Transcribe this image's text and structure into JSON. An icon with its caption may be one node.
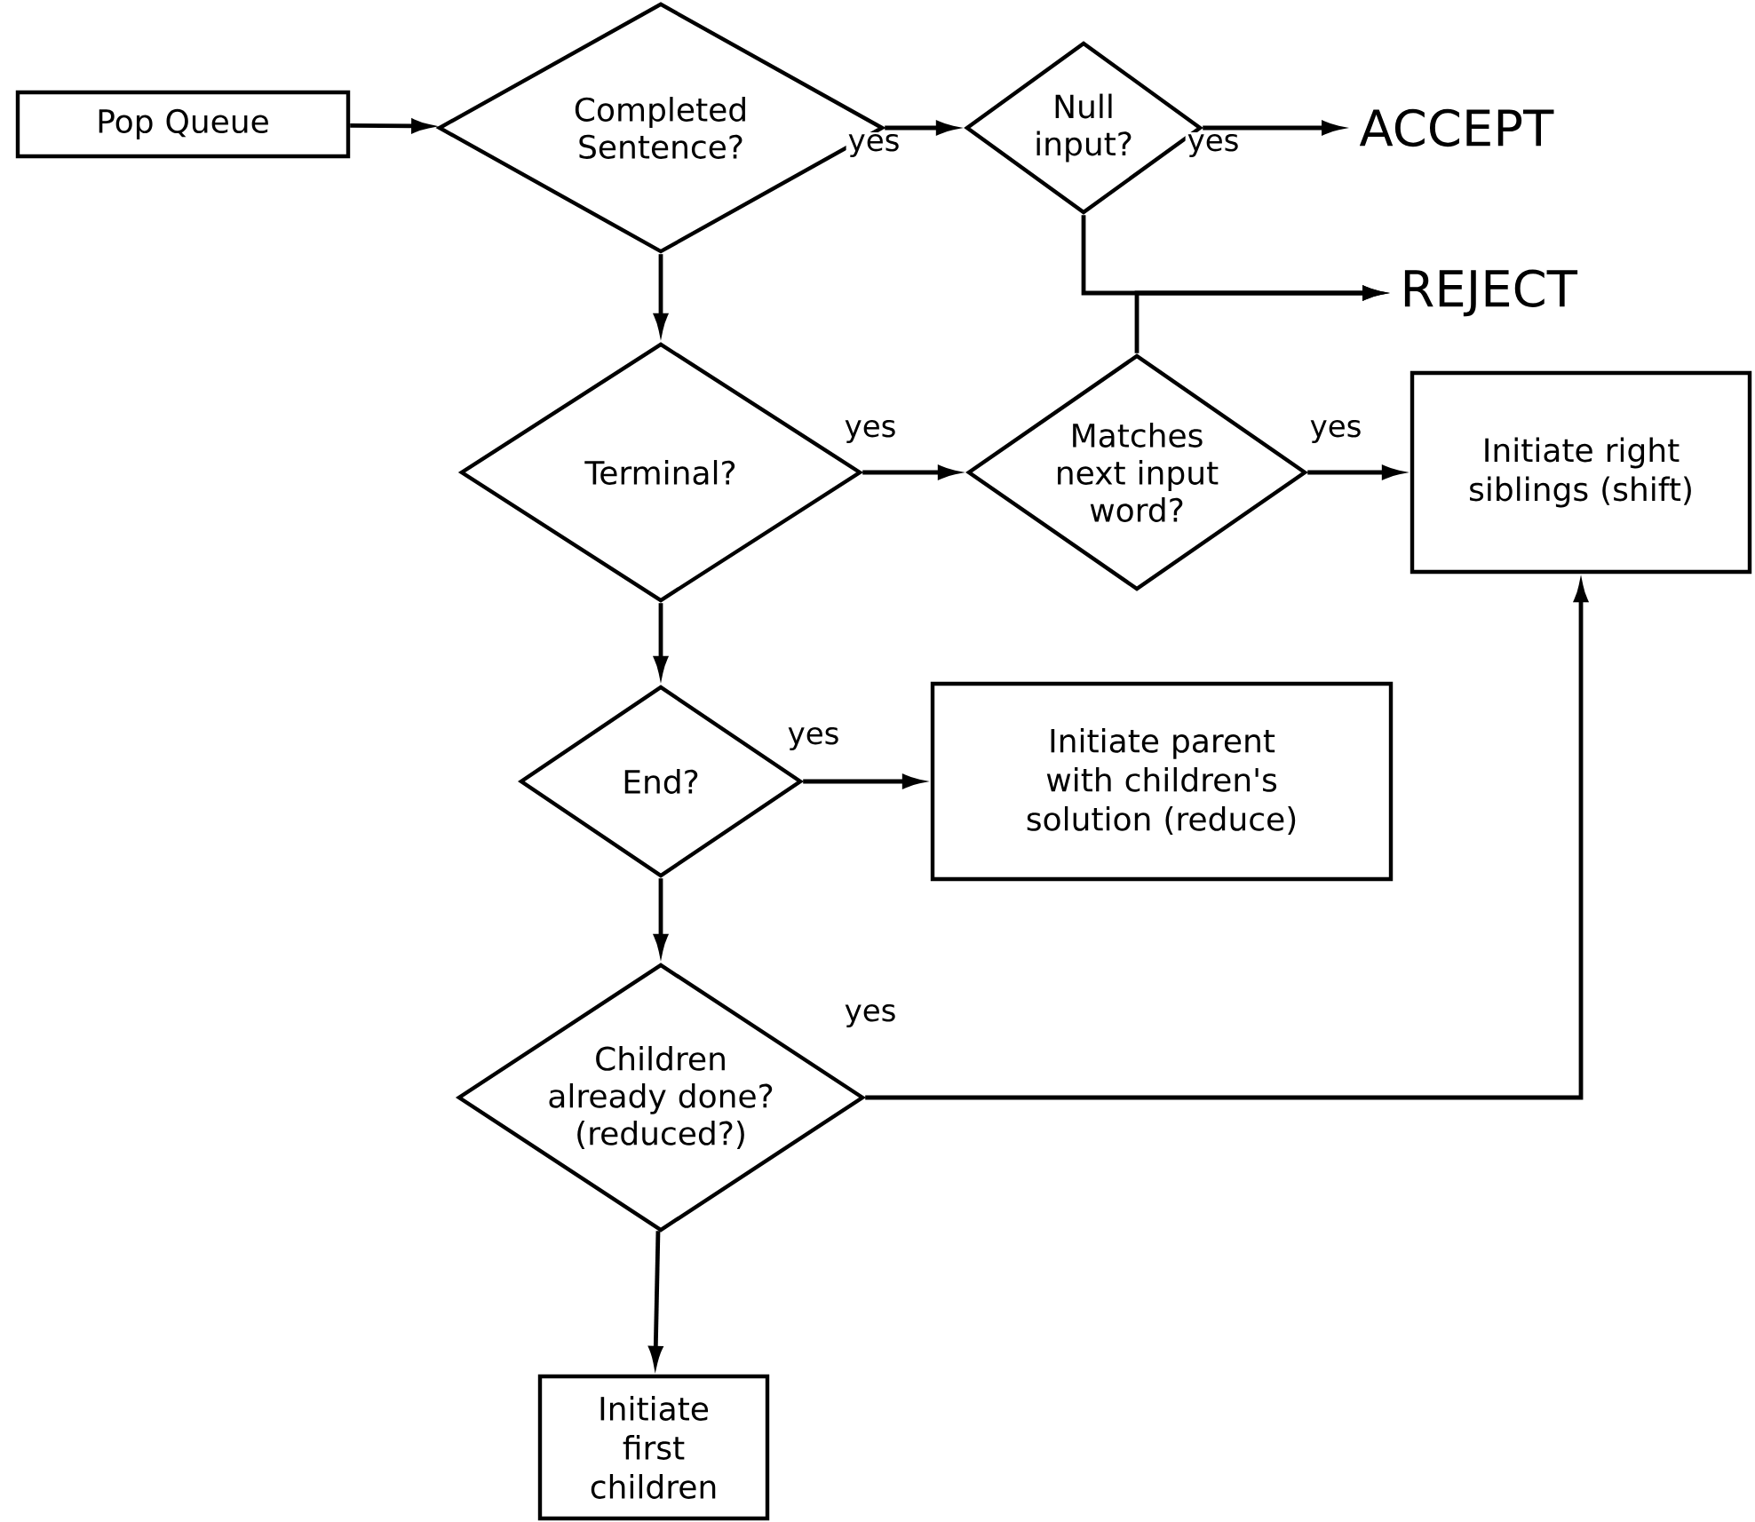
{
  "diagram": {
    "nodes": [
      {
        "text": [
          "Pop Queue"
        ]
      },
      {
        "text": [
          "Completed Sentence?"
        ]
      },
      {
        "text": [
          "Null input?"
        ]
      },
      {
        "text": [
          "ACCEPT"
        ]
      },
      {
        "text": [
          "REJECT"
        ]
      },
      {
        "text": [
          "Terminal?"
        ]
      },
      {
        "text": [
          "Matches next input word?"
        ]
      },
      {
        "text": [
          "Initiate right siblings (shift)"
        ]
      },
      {
        "text": [
          "End?"
        ]
      },
      {
        "text": [
          "Initiate parent with children's solution (reduce)"
        ]
      },
      {
        "text": [
          "Children already done? (reduced?)"
        ]
      },
      {
        "text": [
          "Initiate first children"
        ]
      }
    ],
    "edges": [
      {
        "from": 0,
        "to": 1,
        "arrow": "to"
      },
      {
        "from": 1,
        "to": 2,
        "arrow": "to",
        "label": "yes"
      },
      {
        "from": 2,
        "to": 3,
        "arrow": "to",
        "label": "yes"
      },
      {
        "from": 2,
        "to": 4,
        "arrow": "to"
      },
      {
        "from": 1,
        "to": 5,
        "arrow": "to"
      },
      {
        "from": 5,
        "to": 6,
        "arrow": "to",
        "label": "yes"
      },
      {
        "from": 6,
        "to": 4,
        "arrow": "to"
      },
      {
        "from": 6,
        "to": 7,
        "arrow": "to",
        "label": "yes"
      },
      {
        "from": 5,
        "to": 8,
        "arrow": "to"
      },
      {
        "from": 8,
        "to": 9,
        "arrow": "to",
        "label": "yes"
      },
      {
        "from": 8,
        "to": 10,
        "arrow": "to"
      },
      {
        "from": 10,
        "to": 7,
        "arrow": "to",
        "label": "yes"
      },
      {
        "from": 10,
        "to": 11,
        "arrow": "to"
      }
    ]
  }
}
